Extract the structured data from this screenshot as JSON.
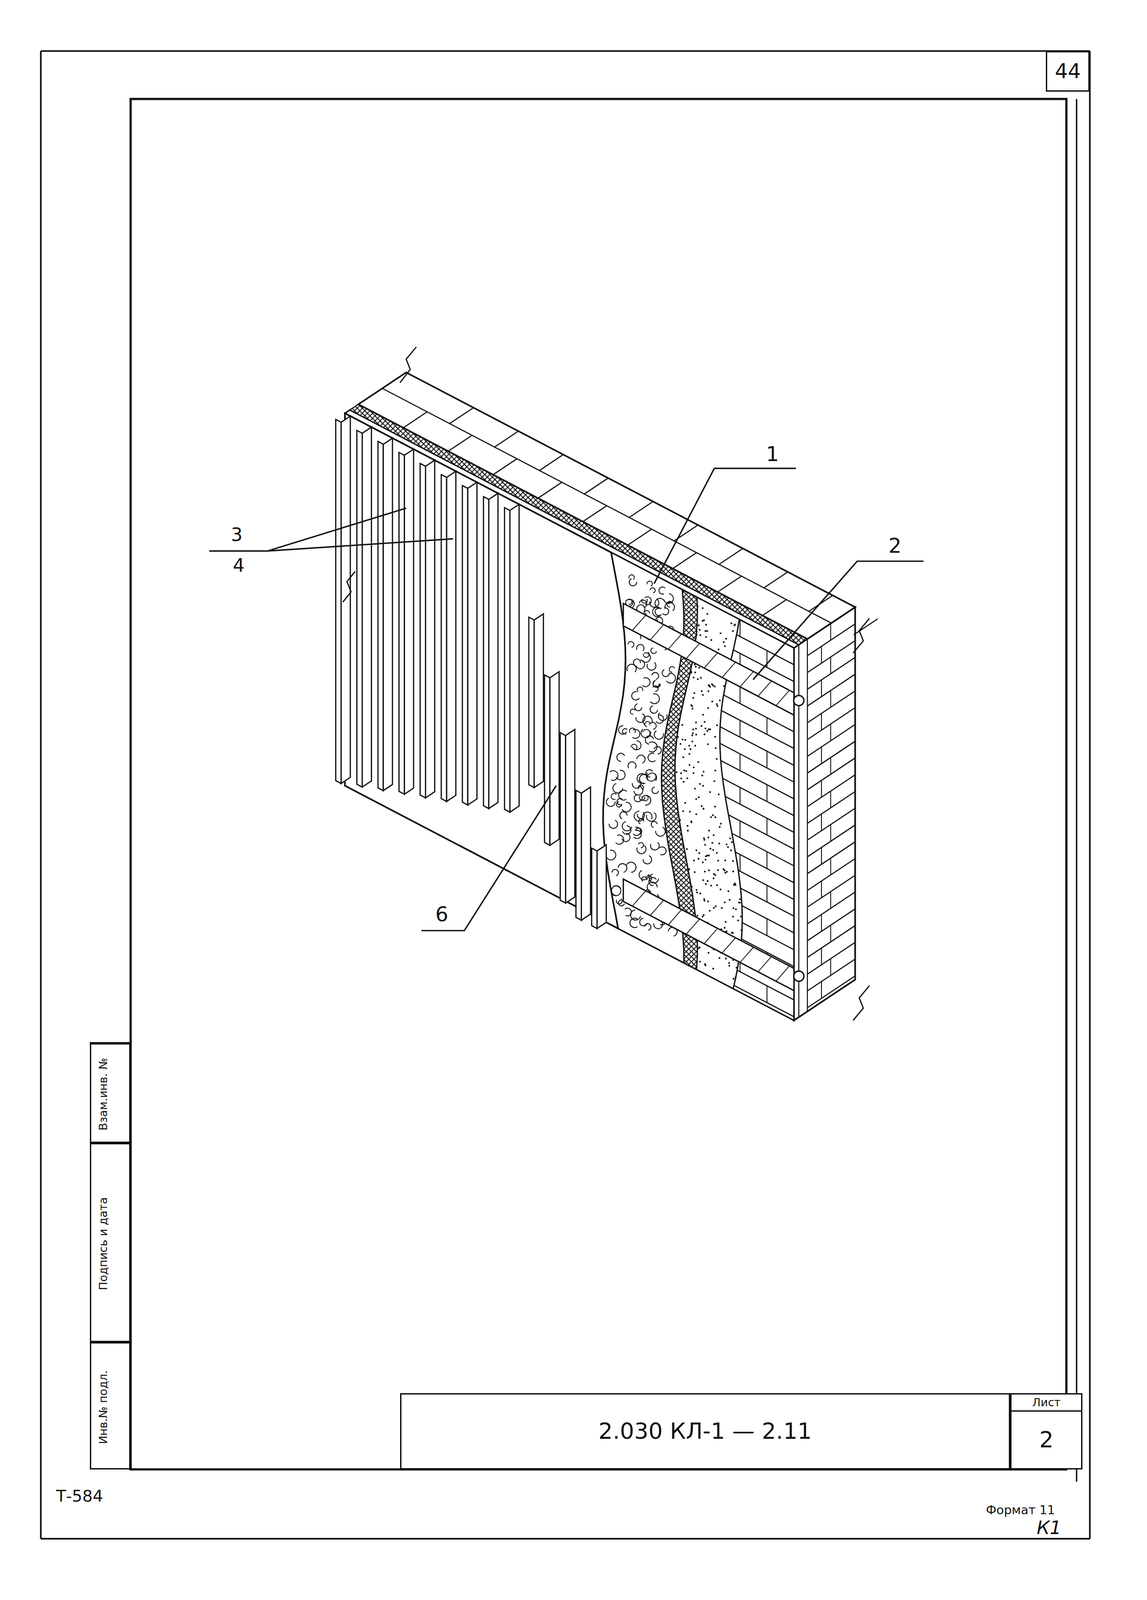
{
  "diagram": {
    "nodes": [
      {
        "text": [
          "44"
        ]
      },
      {
        "text": [
          "Взам.инв. №"
        ]
      },
      {
        "text": [
          "Подпись и дата"
        ]
      },
      {
        "text": [
          "Инв.№ подл."
        ]
      },
      {
        "text": [
          "2.030 КЛ-1 — 2.11"
        ]
      },
      {
        "text": [
          "Лист",
          "2"
        ]
      }
    ],
    "labels": [
      "1",
      "2",
      "3",
      "4",
      "6",
      "Т-584",
      "Формат 11",
      "К1"
    ]
  }
}
